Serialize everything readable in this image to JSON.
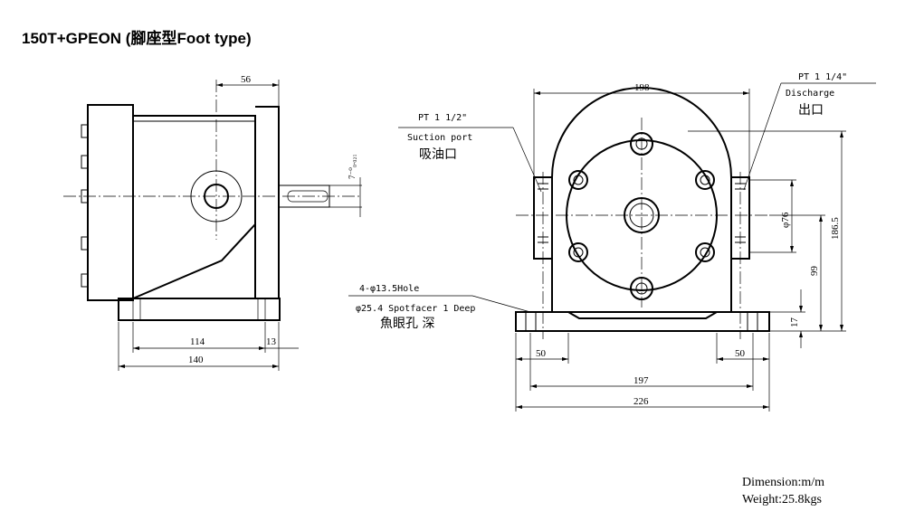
{
  "title": "150T+GPEON  (腳座型Foot type)",
  "dimensions": {
    "side_56": "56",
    "side_shaft_tol": "7⁻⁰₀.₀₂₁",
    "side_114": "114",
    "side_13": "13",
    "side_140": "140",
    "front_198": "198",
    "front_phi76": "φ76",
    "front_186_5": "186.5",
    "front_99": "99",
    "front_17": "17",
    "front_50_left": "50",
    "front_50_right": "50",
    "front_197": "197",
    "front_226": "226"
  },
  "callouts": {
    "outlet_pt": "PT 1 1/4\"",
    "outlet_en": "Discharge",
    "outlet_cn": "出口",
    "inlet_pt": "PT 1 1/2\"",
    "inlet_en": "Suction port",
    "inlet_cn": "吸油口",
    "hole_spec": "4-φ13.5Hole",
    "spotface_spec": "φ25.4 Spotfacer 1 Deep",
    "spotface_cn": "魚眼孔  深"
  },
  "footer": {
    "dimension_unit": "Dimension:m/m",
    "weight": "Weight:25.8kgs"
  }
}
